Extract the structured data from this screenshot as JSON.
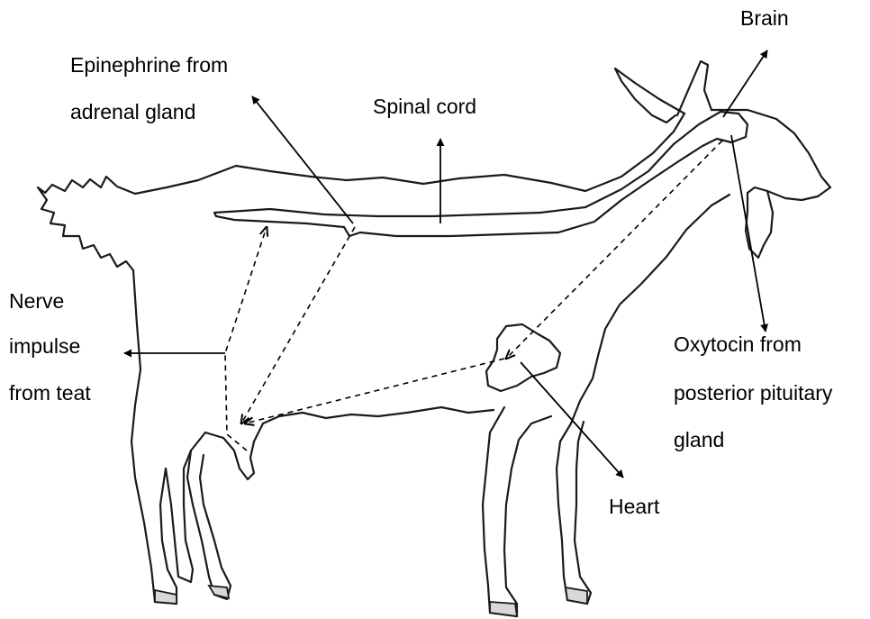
{
  "labels": {
    "brain": "Brain",
    "epinephrine_line1": "Epinephrine from",
    "epinephrine_line2": "adrenal gland",
    "spinal_cord": "Spinal cord",
    "nerve_line1": "Nerve",
    "nerve_line2": "impulse",
    "nerve_line3": "from teat",
    "oxytocin_line1": "Oxytocin from",
    "oxytocin_line2": "posterior pituitary",
    "oxytocin_line3": "gland",
    "heart": "Heart"
  }
}
